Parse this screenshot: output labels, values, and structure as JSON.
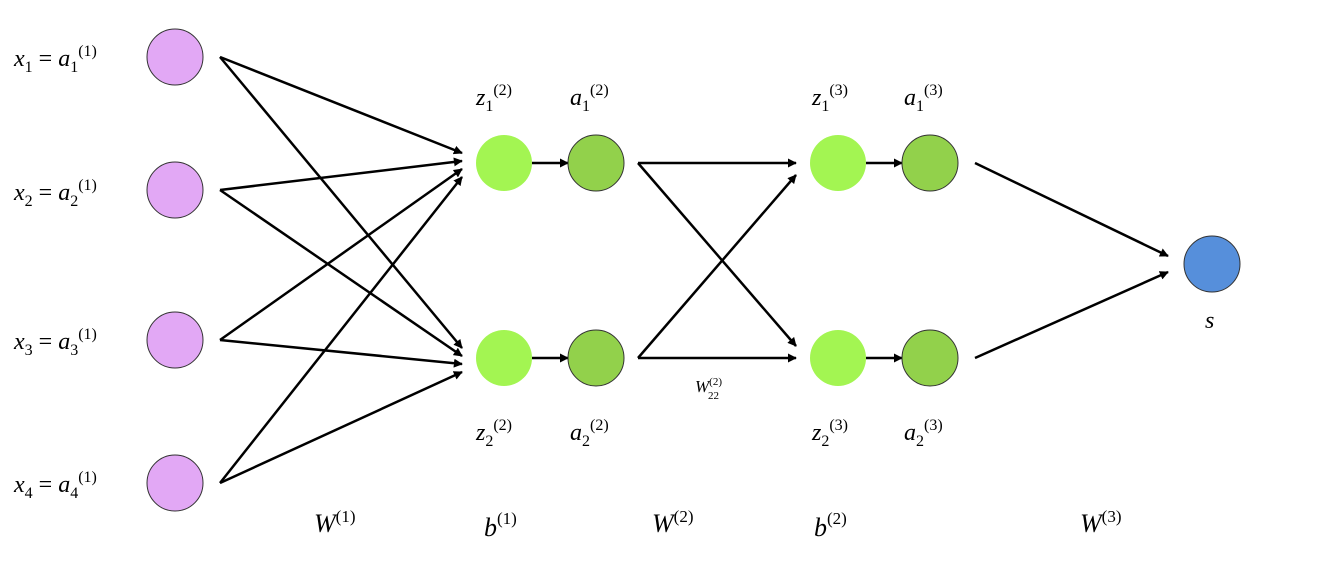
{
  "diagram": {
    "type": "neural-network",
    "colors": {
      "input": "#e2a8f5",
      "pre_activation": "#a3f552",
      "activation": "#92d14b",
      "output": "#568fdb",
      "edge": "#000000"
    },
    "input_layer": [
      {
        "id": "in1",
        "var": "x",
        "sub": "1",
        "eq": "=",
        "avar": "a",
        "asub": "1",
        "sup": "(1)"
      },
      {
        "id": "in2",
        "var": "x",
        "sub": "2",
        "eq": "=",
        "avar": "a",
        "asub": "2",
        "sup": "(1)"
      },
      {
        "id": "in3",
        "var": "x",
        "sub": "3",
        "eq": "=",
        "avar": "a",
        "asub": "3",
        "sup": "(1)"
      },
      {
        "id": "in4",
        "var": "x",
        "sub": "4",
        "eq": "=",
        "avar": "a",
        "asub": "4",
        "sup": "(1)"
      }
    ],
    "hidden_layer_1": {
      "z": [
        {
          "id": "z12",
          "var": "z",
          "sub": "1",
          "sup": "(2)"
        },
        {
          "id": "z22",
          "var": "z",
          "sub": "2",
          "sup": "(2)"
        }
      ],
      "a": [
        {
          "id": "a12",
          "var": "a",
          "sub": "1",
          "sup": "(2)"
        },
        {
          "id": "a22",
          "var": "a",
          "sub": "2",
          "sup": "(2)"
        }
      ]
    },
    "hidden_layer_2": {
      "z": [
        {
          "id": "z13",
          "var": "z",
          "sub": "1",
          "sup": "(3)"
        },
        {
          "id": "z23",
          "var": "z",
          "sub": "2",
          "sup": "(3)"
        }
      ],
      "a": [
        {
          "id": "a13",
          "var": "a",
          "sub": "1",
          "sup": "(3)"
        },
        {
          "id": "a23",
          "var": "a",
          "sub": "2",
          "sup": "(3)"
        }
      ]
    },
    "output": {
      "id": "s",
      "label": "s"
    },
    "edge_label": {
      "var": "W",
      "sub": "22",
      "sup": "(2)"
    },
    "bottom_labels": [
      {
        "id": "W1",
        "var": "W",
        "sup": "(1)"
      },
      {
        "id": "b1",
        "var": "b",
        "sup": "(1)"
      },
      {
        "id": "W2",
        "var": "W",
        "sup": "(2)"
      },
      {
        "id": "b2",
        "var": "b",
        "sup": "(2)"
      },
      {
        "id": "W3",
        "var": "W",
        "sup": "(3)"
      }
    ],
    "edges": [
      [
        "in1",
        "z12"
      ],
      [
        "in1",
        "z22"
      ],
      [
        "in2",
        "z12"
      ],
      [
        "in2",
        "z22"
      ],
      [
        "in3",
        "z12"
      ],
      [
        "in3",
        "z22"
      ],
      [
        "in4",
        "z12"
      ],
      [
        "in4",
        "z22"
      ],
      [
        "z12",
        "a12"
      ],
      [
        "z22",
        "a22"
      ],
      [
        "a12",
        "z13"
      ],
      [
        "a12",
        "z23"
      ],
      [
        "a22",
        "z13"
      ],
      [
        "a22",
        "z23"
      ],
      [
        "z13",
        "a13"
      ],
      [
        "z23",
        "a23"
      ],
      [
        "a13",
        "s"
      ],
      [
        "a23",
        "s"
      ]
    ]
  }
}
